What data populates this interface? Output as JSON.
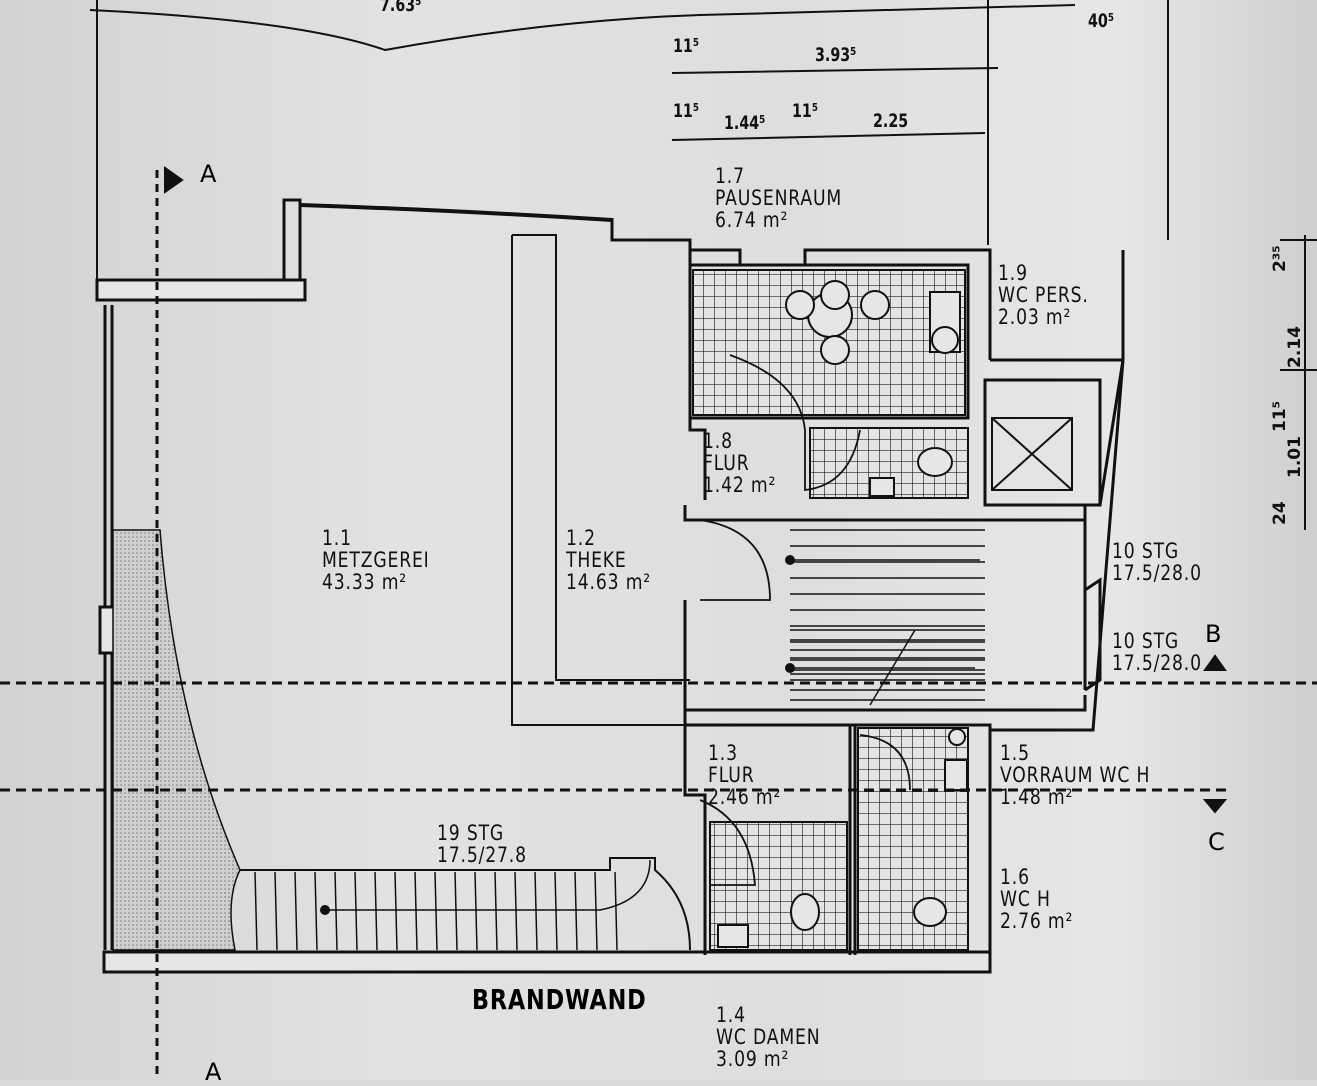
{
  "dimensions": {
    "top_overall": "7.63⁵",
    "top_right": "40⁵",
    "row1": [
      "11⁵",
      "3.93⁵"
    ],
    "row2": [
      "11⁵",
      "1.44⁵",
      "11⁵",
      "2.25"
    ],
    "right_vertical": [
      "2³⁵",
      "2.14",
      "1.01",
      "11⁵",
      "24"
    ]
  },
  "sections": {
    "a_top": "A",
    "a_bottom": "A",
    "b": "B",
    "c": "C"
  },
  "rooms": [
    {
      "number": "1.7",
      "name": "PAUSENRAUM",
      "area": "6.74 m²"
    },
    {
      "number": "1.9",
      "name": "WC PERS.",
      "area": "2.03 m²"
    },
    {
      "number": "1.8",
      "name": "FLUR",
      "area": "1.42 m²"
    },
    {
      "number": "1.1",
      "name": "METZGEREI",
      "area": "43.33 m²"
    },
    {
      "number": "1.2",
      "name": "THEKE",
      "area": "14.63 m²"
    },
    {
      "number": "1.3",
      "name": "FLUR",
      "area": "2.46 m²"
    },
    {
      "number": "1.5",
      "name": "VORRAUM WC H",
      "area": "1.48 m²"
    },
    {
      "number": "1.6",
      "name": "WC H",
      "area": "2.76 m²"
    },
    {
      "number": "1.4",
      "name": "WC DAMEN",
      "area": "3.09 m²"
    }
  ],
  "stairs": [
    {
      "steps": "10 STG",
      "ratio": "17.5/28.0"
    },
    {
      "steps": "10 STG",
      "ratio": "17.5/28.0"
    },
    {
      "steps": "19 STG",
      "ratio": "17.5/27.8"
    }
  ],
  "wall_label": "BRANDWAND",
  "colors": {
    "paper": "#dedede",
    "ink": "#111111"
  }
}
